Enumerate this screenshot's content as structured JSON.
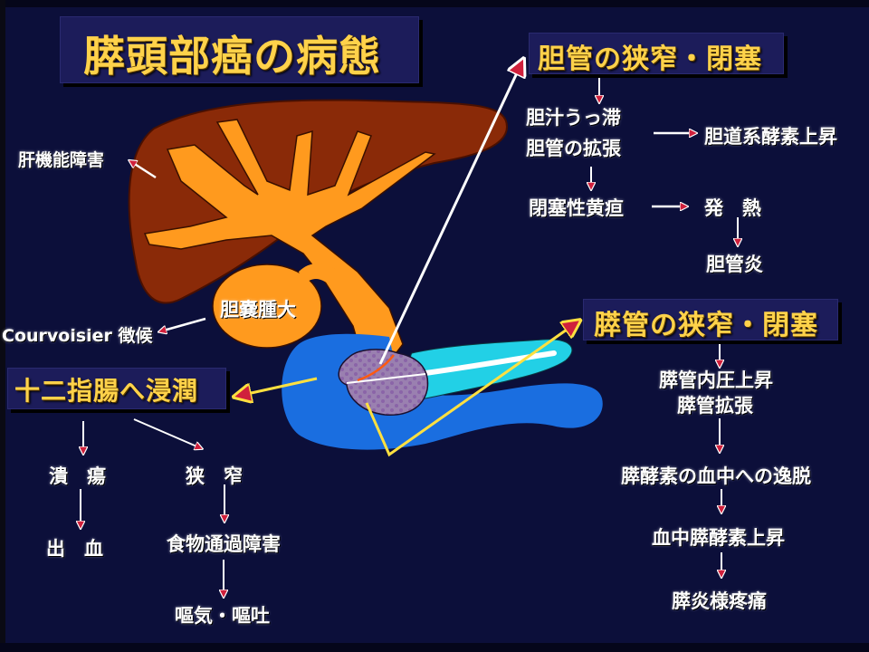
{
  "title": "膵頭部癌の病態",
  "colors": {
    "background": "#0c0f3a",
    "title_box": "#1c1c5a",
    "title_text": "#ffd24a",
    "label_text": "#ffffff",
    "liver": "#8a2a08",
    "bile_duct": "#ff9a1e",
    "duodenum": "#1a6ee0",
    "pancreas": "#22d0e6",
    "tumor": "#9a80b0",
    "arrow_head": "#d0203c",
    "pointer_yellow": "#ffe040",
    "pointer_white": "#ffffff"
  },
  "anatomy": {
    "gallbladder_label": "胆嚢腫大"
  },
  "left_labels": {
    "liver_dysfunction": "肝機能障害",
    "courvoisier": "Courvoisier 徴候"
  },
  "duodenum_section": {
    "heading": "十二指腸へ浸潤",
    "branch_left": [
      "潰　瘍",
      "出　血"
    ],
    "branch_right": [
      "狭　窄",
      "食物通過障害",
      "嘔気・嘔吐"
    ]
  },
  "bile_duct_section": {
    "heading": "胆管の狭窄・閉塞",
    "step1_line1": "胆汁うっ滞",
    "step1_line2": "胆管の拡張",
    "step1_result": "胆道系酵素上昇",
    "step2": "閉塞性黄疸",
    "step2_result": "発　熱",
    "step3": "胆管炎"
  },
  "pancreatic_duct_section": {
    "heading": "膵管の狭窄・閉塞",
    "steps": [
      "膵管内圧上昇",
      "膵管拡張",
      "膵酵素の血中への逸脱",
      "血中膵酵素上昇",
      "膵炎様疼痛"
    ]
  }
}
